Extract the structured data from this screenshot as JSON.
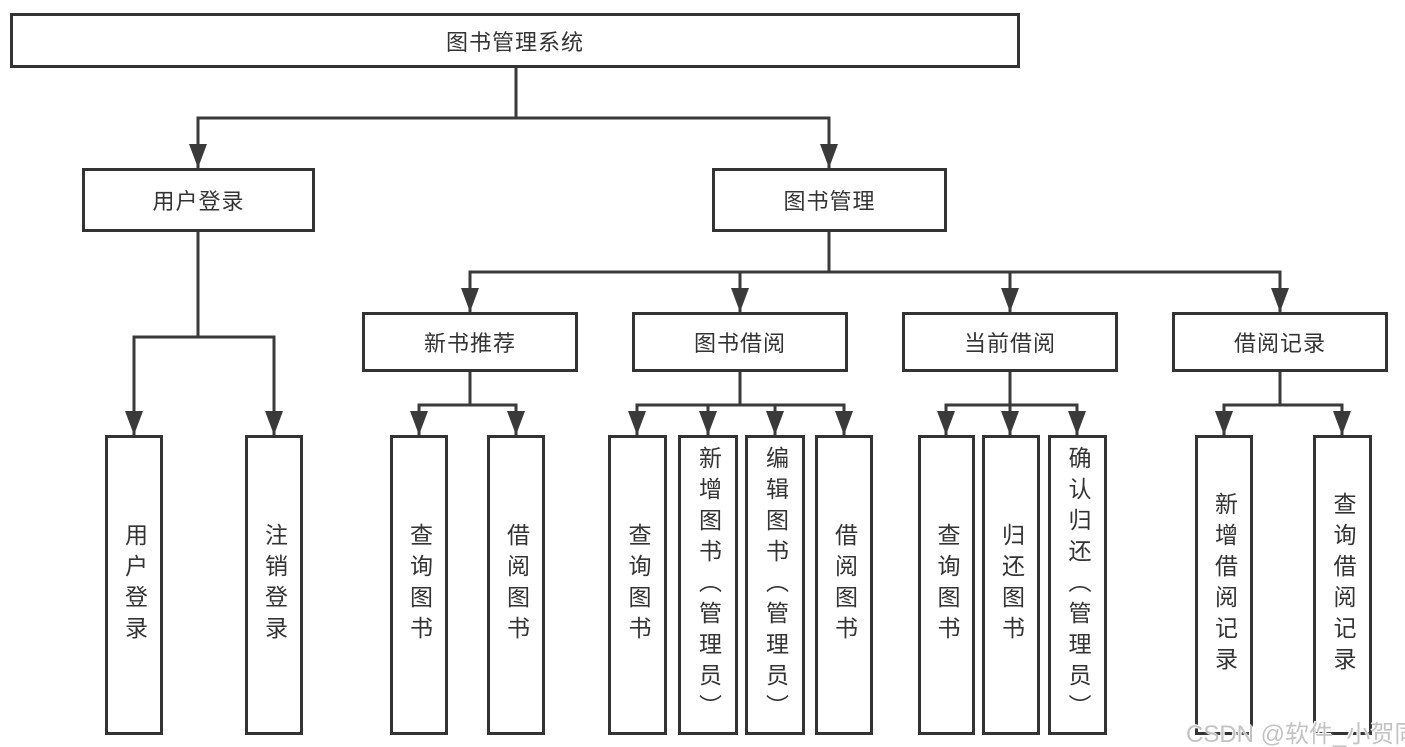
{
  "tree": {
    "root": "图书管理系统",
    "children": [
      {
        "label": "用户登录",
        "children": [
          "用户登录",
          "注销登录"
        ]
      },
      {
        "label": "图书管理",
        "children": [
          {
            "label": "新书推荐",
            "children": [
              "查询图书",
              "借阅图书"
            ]
          },
          {
            "label": "图书借阅",
            "children": [
              "查询图书",
              "新增图书（管理员）",
              "编辑图书（管理员）",
              "借阅图书"
            ]
          },
          {
            "label": "当前借阅",
            "children": [
              "查询图书",
              "归还图书",
              "确认归还（管理员）"
            ]
          },
          {
            "label": "借阅记录",
            "children": [
              "新增借阅记录",
              "查询借阅记录"
            ]
          }
        ]
      }
    ]
  },
  "watermark": {
    "text": "CSDN @软件_小贺同学"
  },
  "colors": {
    "line": "#3a3a3a",
    "box_border": "#333333",
    "text": "#333333",
    "watermark": "#c3c3c3",
    "background": "#ffffff"
  }
}
